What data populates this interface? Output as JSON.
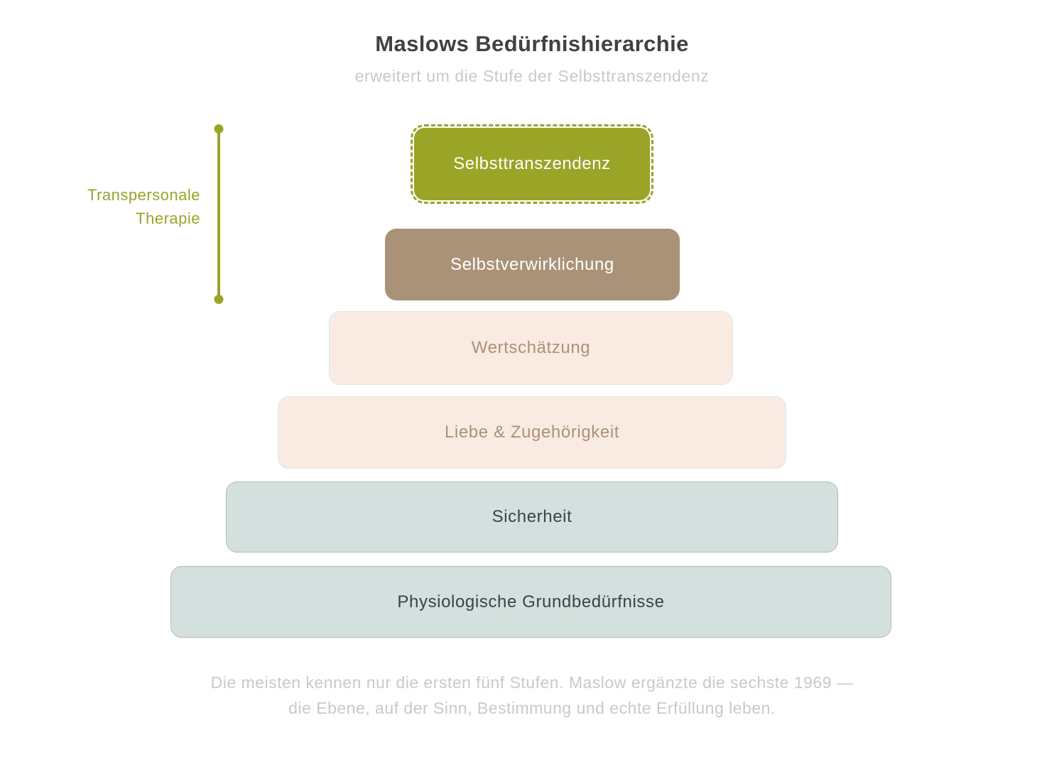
{
  "header": {
    "title": "Maslows Bedürfnishierarchie",
    "subtitle": "erweitert um die Stufe der Selbsttranszendenz"
  },
  "side_annotation": {
    "label_line1": "Transpersonale",
    "label_line2": "Therapie",
    "spans_levels": [
      "Selbsttranszendenz",
      "Selbstverwirklichung"
    ]
  },
  "pyramid": {
    "levels": [
      {
        "label": "Selbsttranszendenz",
        "bg": "#9aa427",
        "text": "#ffffff",
        "border": "#9aa427",
        "style": "dashed-outline"
      },
      {
        "label": "Selbstverwirklichung",
        "bg": "#a99278",
        "text": "#ffffff",
        "border": "#a99278",
        "style": "solid"
      },
      {
        "label": "Wertschätzung",
        "bg": "#f9ebe2",
        "text": "#ab9179",
        "border": "#dde6e4",
        "style": "solid"
      },
      {
        "label": "Liebe & Zugehörigkeit",
        "bg": "#f9ebe2",
        "text": "#ab9179",
        "border": "#dde6e4",
        "style": "solid"
      },
      {
        "label": "Sicherheit",
        "bg": "#d4e0dd",
        "text": "#3d4245",
        "border": "#b3babb",
        "style": "solid"
      },
      {
        "label": "Physiologische Grundbedürfnisse",
        "bg": "#d4e0dd",
        "text": "#3d4245",
        "border": "#b3babb",
        "style": "solid"
      }
    ]
  },
  "footer": {
    "line1": "Die meisten kennen nur die ersten fünf Stufen. Maslow ergänzte die sechste 1969 —",
    "line2": "die Ebene, auf der Sinn, Bestimmung und echte Erfüllung leben."
  },
  "colors": {
    "background": "#ffffff",
    "title_text": "#3f4245",
    "muted_text": "#c7c9cb",
    "accent_green": "#9aa427",
    "olive_block": "#9aa427",
    "brown_block": "#a99278",
    "cream_block": "#f9ebe2",
    "cream_border": "#dde6e4",
    "cream_text": "#ab9179",
    "bluegray_block": "#d4e0dd",
    "bluegray_border": "#b3babb",
    "dark_text": "#3d4245",
    "white_text": "#ffffff"
  }
}
